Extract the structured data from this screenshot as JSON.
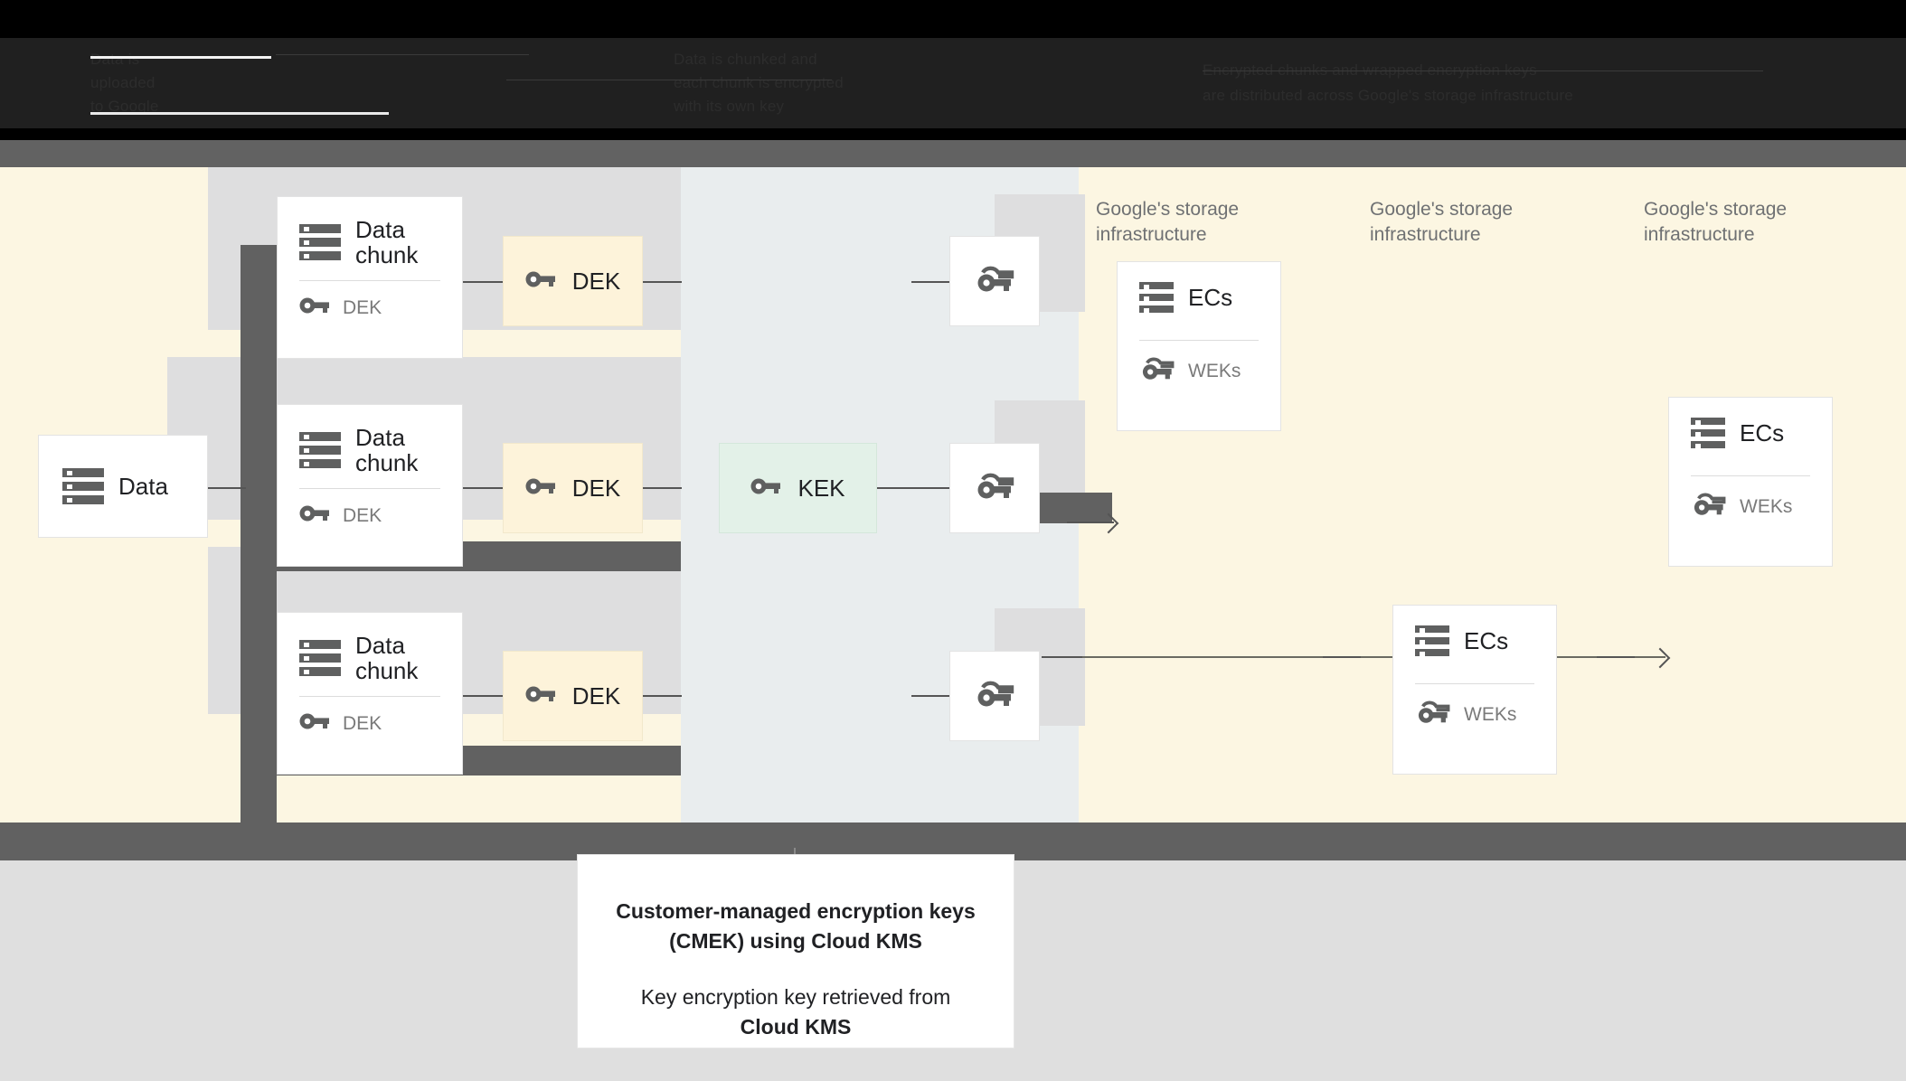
{
  "header": {
    "obscured": true,
    "column1": [
      "Data is",
      "uploaded",
      "to Google"
    ],
    "column2": [
      "Data is chunked and",
      "each chunk is encrypted",
      "with its own key"
    ],
    "column3": [
      "Encrypted chunks and wrapped encryption keys",
      "are distributed across Google's storage infrastructure"
    ]
  },
  "diagram": {
    "source": {
      "label": "Data",
      "icon": "storage-icon"
    },
    "chunks": [
      {
        "title": "Data chunk",
        "key_label": "DEK",
        "icon": "storage-icon",
        "key_icon": "key-icon"
      },
      {
        "title": "Data chunk",
        "key_label": "DEK",
        "icon": "storage-icon",
        "key_icon": "key-icon"
      },
      {
        "title": "Data chunk",
        "key_label": "DEK",
        "icon": "storage-icon",
        "key_icon": "key-icon"
      }
    ],
    "deks": [
      {
        "label": "DEK",
        "icon": "key-icon"
      },
      {
        "label": "DEK",
        "icon": "key-icon"
      },
      {
        "label": "DEK",
        "icon": "key-icon"
      }
    ],
    "kek": {
      "label": "KEK",
      "icon": "key-icon"
    },
    "wrapped_keys": [
      {
        "icon": "wrapped-key-icon"
      },
      {
        "icon": "wrapped-key-icon"
      },
      {
        "icon": "wrapped-key-icon"
      }
    ],
    "infra_labels": [
      "Google's storage infrastructure",
      "Google's storage infrastructure",
      "Google's storage infrastructure"
    ],
    "ec_cards": [
      {
        "title": "ECs",
        "key_label": "WEKs",
        "icon": "storage-icon",
        "key_icon": "wrapped-key-icon"
      },
      {
        "title": "ECs",
        "key_label": "WEKs",
        "icon": "storage-icon",
        "key_icon": "wrapped-key-icon"
      },
      {
        "title": "ECs",
        "key_label": "WEKs",
        "icon": "storage-icon",
        "key_icon": "wrapped-key-icon"
      }
    ]
  },
  "caption": {
    "bold_line1": "Customer-managed encryption keys",
    "bold_line2": "(CMEK) using Cloud KMS",
    "normal_line": "Key encryption key retrieved from",
    "normal_bold": "Cloud KMS"
  },
  "colors": {
    "cream": "#fcf6e2",
    "mid_panel": "#e9edee",
    "dark_band": "#616161",
    "grey_row": "#dededf",
    "bottom_panel": "#dfdfdf",
    "dek_fill": "#fdf3da",
    "kek_fill": "#e3f1e8",
    "icon_grey": "#5f6060",
    "text_dark": "#202124",
    "text_muted": "#7a7a7a"
  }
}
